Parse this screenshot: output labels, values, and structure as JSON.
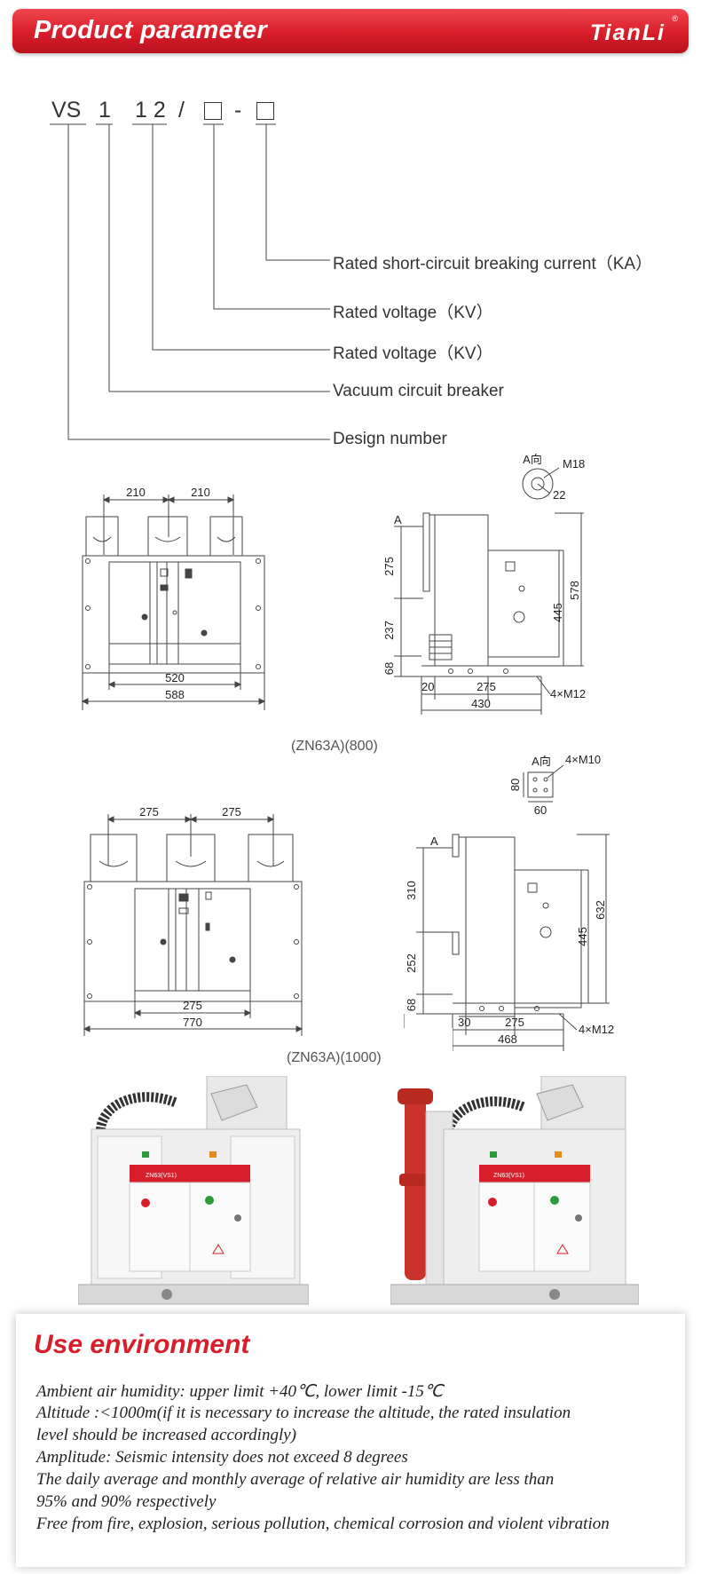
{
  "header": {
    "title": "Product parameter",
    "brand": "TianLi",
    "reg_mark": "®"
  },
  "model_code": {
    "parts": [
      "VS",
      "1",
      "12",
      "/",
      "-"
    ]
  },
  "parameters": [
    "Rated short-circuit breaking current（KA）",
    "Rated voltage（KV）",
    "Rated voltage（KV）",
    "Vacuum circuit breaker",
    "Design number"
  ],
  "drawing_800": {
    "caption": "(ZN63A)(800)",
    "front": {
      "top_a": "210",
      "top_b": "210",
      "bottom_inner": "520",
      "bottom_outer": "588"
    },
    "side": {
      "arrow": "A",
      "v1": "275",
      "v2": "237",
      "v3": "68",
      "h1": "20",
      "h2": "275",
      "h3": "430",
      "r1": "445",
      "r2": "578",
      "bolt": "4×M12"
    },
    "detail": {
      "label": "A向",
      "thread": "M18",
      "depth": "22"
    }
  },
  "drawing_1000": {
    "caption": "(ZN63A)(1000)",
    "front": {
      "top_a": "275",
      "top_b": "275",
      "bottom_inner": "275",
      "bottom_outer": "770"
    },
    "side": {
      "arrow": "A",
      "v1": "310",
      "v2": "252",
      "v3": "68",
      "h1": "30",
      "h2": "275",
      "h3": "468",
      "r1": "445",
      "r2": "632",
      "bolt": "4×M12"
    },
    "detail": {
      "label": "A向",
      "thread": "4×M10",
      "v": "80",
      "h": "60"
    }
  },
  "photos": {
    "left_nameplate": "ZN63(VS1)",
    "right_nameplate": "ZN63(VS1)"
  },
  "use_environment": {
    "title": "Use environment",
    "lines": [
      "Ambient air humidity: upper limit +40℃, lower limit -15℃",
      "Altitude :<1000m(if it is necessary to increase the altitude, the rated insulation",
      "level should be increased accordingly)",
      "Amplitude: Seismic intensity does not exceed 8 degrees",
      "The daily average and monthly average of relative air humidity are less than",
      "95% and 90% respectively",
      "Free from fire, explosion, serious pollution, chemical corrosion and violent vibration"
    ]
  },
  "colors": {
    "brand_red": "#d81e2a",
    "text": "#333333"
  }
}
